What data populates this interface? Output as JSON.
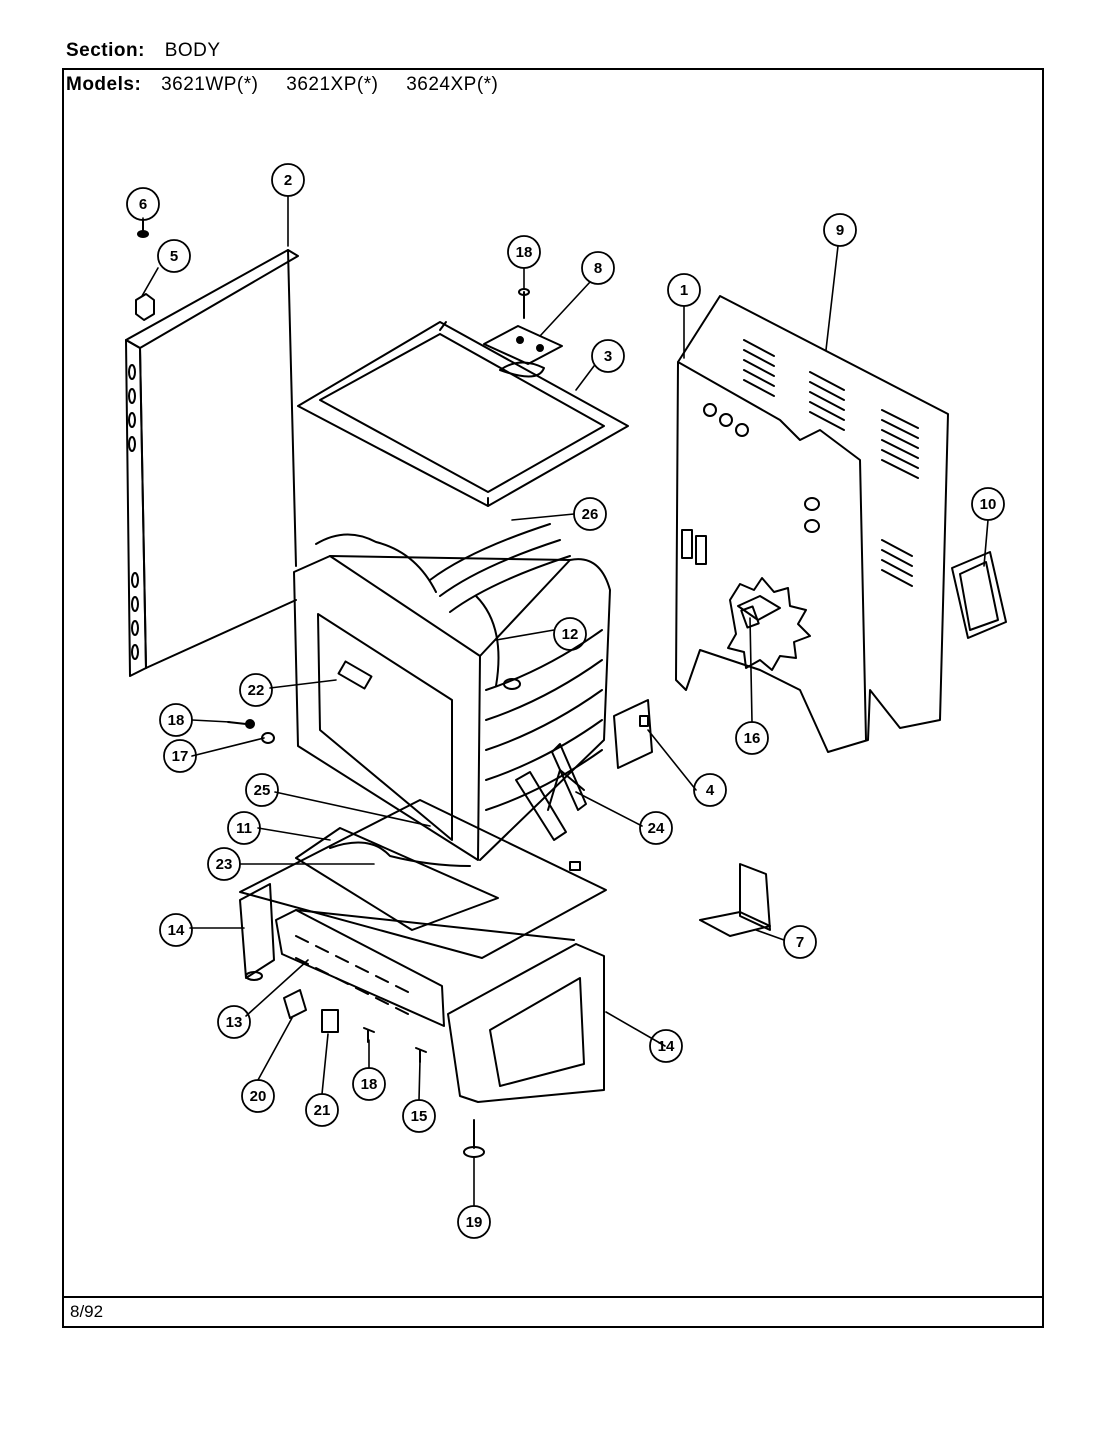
{
  "header": {
    "section_label": "Section:",
    "section_value": "BODY",
    "models_label": "Models:",
    "models": [
      "3621WP(*)",
      "3621XP(*)",
      "3624XP(*)"
    ]
  },
  "footer": {
    "date": "8/92"
  },
  "callouts": [
    "1",
    "2",
    "3",
    "4",
    "5",
    "6",
    "7",
    "8",
    "9",
    "10",
    "11",
    "12",
    "13",
    "14",
    "14",
    "15",
    "16",
    "17",
    "18",
    "18",
    "18",
    "19",
    "20",
    "21",
    "22",
    "23",
    "24",
    "25",
    "26"
  ]
}
